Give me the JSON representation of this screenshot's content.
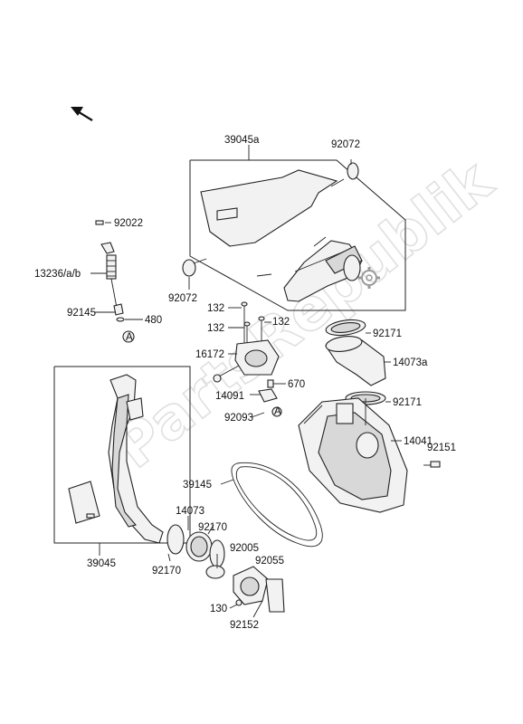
{
  "watermark": "PartsRepublik",
  "labels": {
    "p39045a": "39045a",
    "p92072_top": "92072",
    "p92072_left": "92072",
    "p92022": "92022",
    "p13236": "13236/a/b",
    "p92145": "92145",
    "p480": "480",
    "callout_a1": "A",
    "p132_a": "132",
    "p132_b": "132",
    "p132_c": "132",
    "p16172": "16172",
    "p92171_a": "92171",
    "p14073a": "14073a",
    "p670": "670",
    "p14091": "14091",
    "p92093": "92093",
    "callout_a2": "A",
    "p92171_b": "92171",
    "p14041": "14041",
    "p92151": "92151",
    "p39145": "39145",
    "p14073": "14073",
    "p92170_a": "92170",
    "p92170_b": "92170",
    "p92005": "92005",
    "p92055": "92055",
    "p39045": "39045",
    "p130": "130",
    "p92152": "92152"
  },
  "icons": {
    "direction": "front-arrow-icon",
    "settings": "gear-icon"
  }
}
